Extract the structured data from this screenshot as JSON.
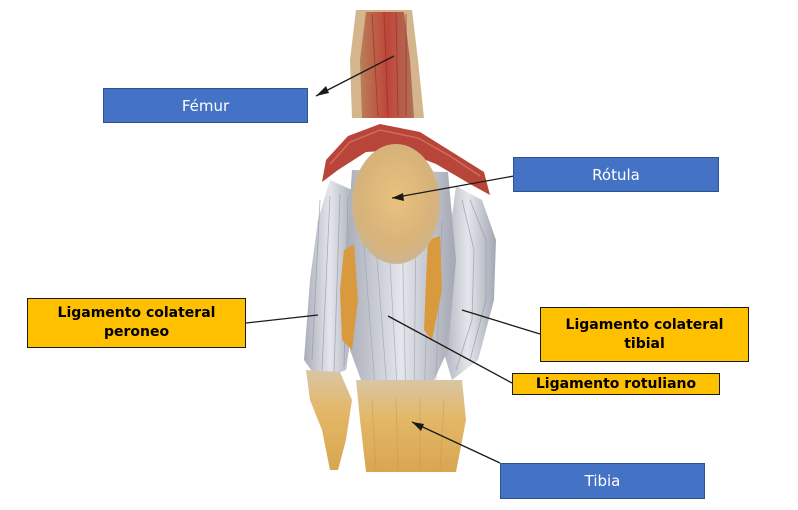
{
  "labels": {
    "femur": "Fémur",
    "rotula": "Rótula",
    "lig_colateral_peroneo_line1": "Ligamento colateral",
    "lig_colateral_peroneo_line2": "peroneo",
    "lig_colateral_tibial_line1": "Ligamento colateral",
    "lig_colateral_tibial_line2": "tibial",
    "lig_rotuliano": "Ligamento rotuliano",
    "tibia": "Tibia"
  },
  "colors": {
    "blue_label": "#4472C4",
    "orange_label": "#FFC000",
    "bone": "#E3B869",
    "ligament": "#C9CCD6",
    "muscle": "#C0463A"
  }
}
